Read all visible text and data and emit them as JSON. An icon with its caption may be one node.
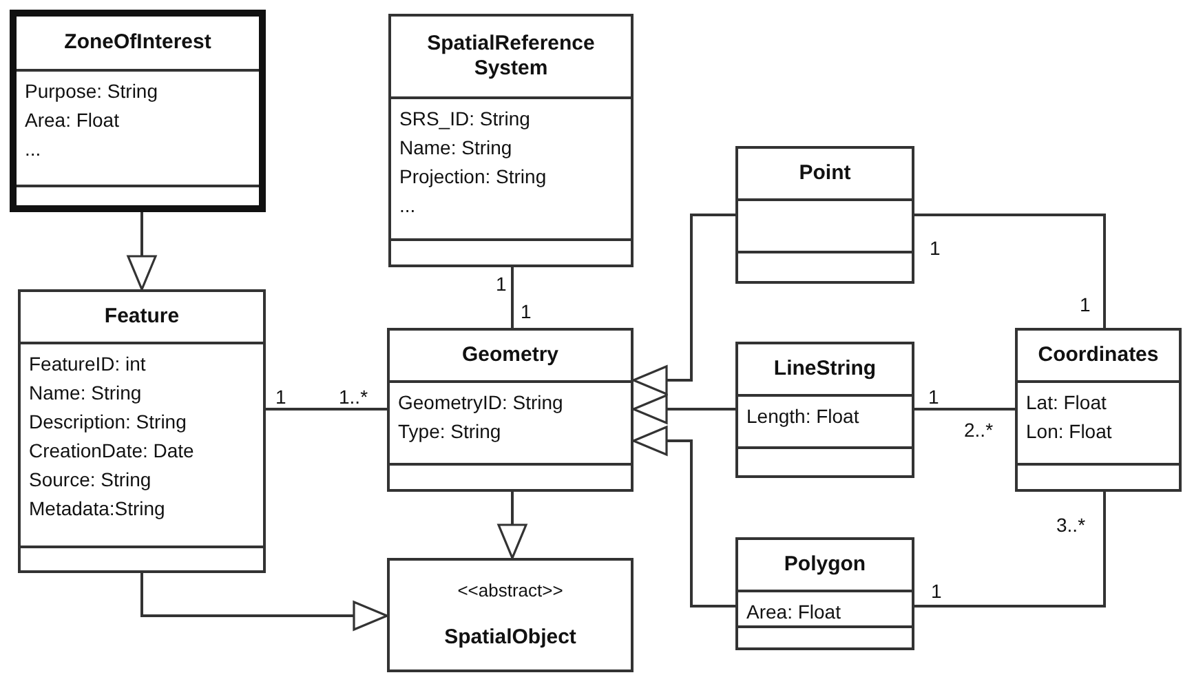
{
  "diagram": {
    "nodes": [
      {
        "text": [
          "ZoneOfInterest",
          "Purpose: String",
          "Area: Float",
          "..."
        ]
      },
      {
        "text": [
          "SpatialReference System",
          "SRS_ID: String",
          "Name: String",
          "Projection: String",
          "..."
        ]
      },
      {
        "text": [
          "Point"
        ]
      },
      {
        "text": [
          "Feature",
          "FeatureID: int",
          "Name: String",
          "Description: String",
          "CreationDate: Date",
          "Source: String",
          "Metadata:String"
        ]
      },
      {
        "text": [
          "Geometry",
          "GeometryID: String",
          "Type: String"
        ]
      },
      {
        "text": [
          "LineString",
          "Length: Float"
        ]
      },
      {
        "text": [
          "Coordinates",
          "Lat: Float",
          "Lon: Float"
        ]
      },
      {
        "text": [
          "Polygon",
          "Area: Float"
        ]
      },
      {
        "text": [
          "<<abstract>>",
          "SpatialObject"
        ]
      }
    ],
    "edges": [
      {
        "from": 0,
        "to": 3,
        "arrow": "to"
      },
      {
        "from": 1,
        "to": 4,
        "arrow": "none"
      },
      {
        "from": 3,
        "to": 4,
        "arrow": "none"
      },
      {
        "from": 2,
        "to": 4,
        "arrow": "to"
      },
      {
        "from": 5,
        "to": 4,
        "arrow": "to"
      },
      {
        "from": 7,
        "to": 4,
        "arrow": "to"
      },
      {
        "from": 4,
        "to": 8,
        "arrow": "to"
      },
      {
        "from": 3,
        "to": 8,
        "arrow": "to"
      },
      {
        "from": 2,
        "to": 6,
        "arrow": "none"
      },
      {
        "from": 5,
        "to": 6,
        "arrow": "none"
      },
      {
        "from": 7,
        "to": 6,
        "arrow": "none"
      }
    ],
    "labels": [
      "1",
      "1",
      "1",
      "1",
      "1",
      "1..*",
      "1",
      "2..*",
      "3..*",
      "1"
    ]
  }
}
